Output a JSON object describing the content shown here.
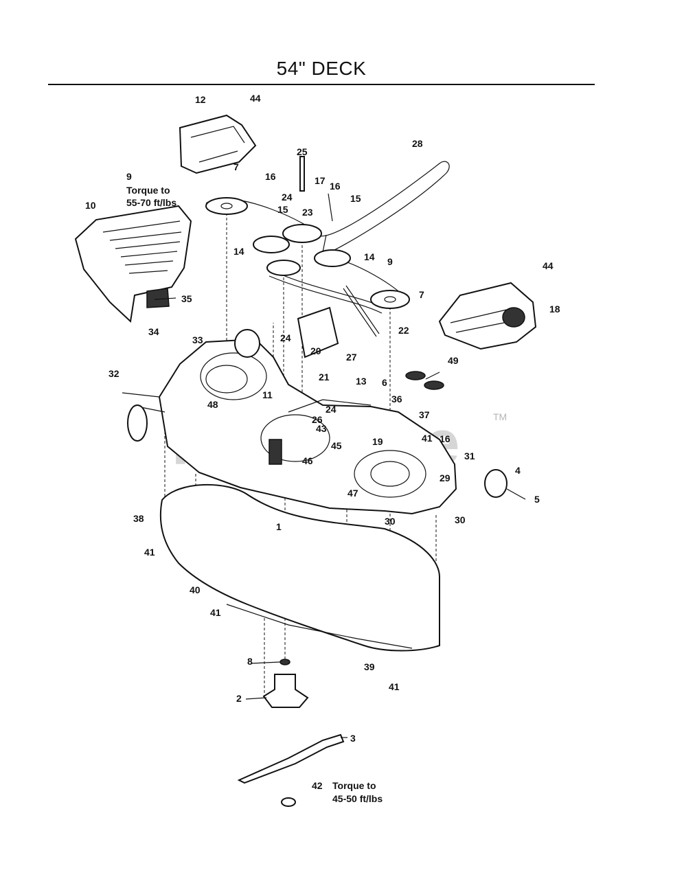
{
  "title": "54\" DECK",
  "watermark": {
    "text": "PartsTree",
    "tm": "TM"
  },
  "notes": {
    "belt_cover_torque": [
      "Torque to",
      "55-70 ft/lbs"
    ],
    "blade_bolt_torque": [
      "Torque to",
      "45-50 ft/lbs"
    ]
  },
  "labels": {
    "l1": "1",
    "l2": "2",
    "l3": "3",
    "l4": "4",
    "l5": "5",
    "l6": "6",
    "l7a": "7",
    "l7b": "7",
    "l8": "8",
    "l9a": "9",
    "l9b": "9",
    "l10": "10",
    "l11": "11",
    "l12": "12",
    "l13": "13",
    "l14a": "14",
    "l14b": "14",
    "l15a": "15",
    "l15b": "15",
    "l16a": "16",
    "l16b": "16",
    "l16c": "16",
    "l17": "17",
    "l18": "18",
    "l19": "19",
    "l20": "20",
    "l21": "21",
    "l22": "22",
    "l23": "23",
    "l24a": "24",
    "l24b": "24",
    "l24c": "24",
    "l25": "25",
    "l26": "26",
    "l27": "27",
    "l28": "28",
    "l29": "29",
    "l30a": "30",
    "l30b": "30",
    "l31": "31",
    "l32": "32",
    "l33": "33",
    "l34": "34",
    "l35": "35",
    "l36": "36",
    "l37": "37",
    "l38": "38",
    "l39": "39",
    "l40": "40",
    "l41a": "41",
    "l41b": "41",
    "l41c": "41",
    "l41d": "41",
    "l42": "42",
    "l43": "43",
    "l44a": "44",
    "l44b": "44",
    "l45": "45",
    "l46": "46",
    "l47": "47",
    "l48": "48",
    "l49": "49"
  }
}
